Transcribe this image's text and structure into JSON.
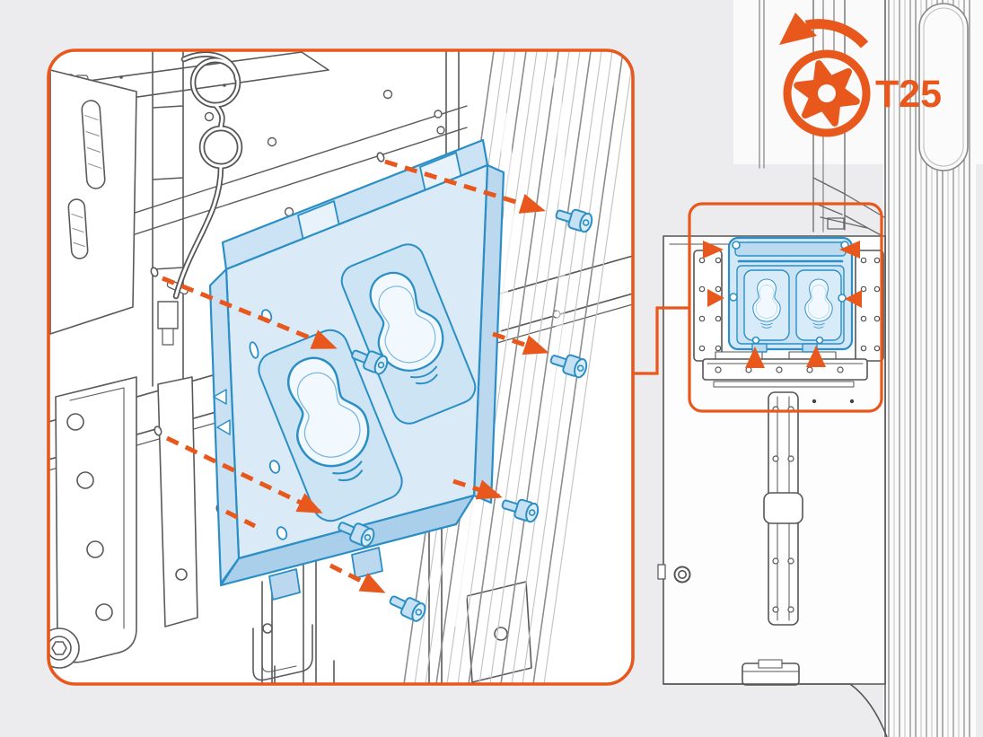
{
  "figure": {
    "background_color": "#ECECEE",
    "panel_color": "#FFFFFF",
    "accent_orange": "#E8571C",
    "highlight_blue": "#2B8FC6",
    "bracket_fill": "#DAEAF7",
    "lineart_gray": "#5A5A5A"
  },
  "tool_badge": {
    "label": "T25",
    "tool_icon": "torx-bit-icon",
    "direction_icon": "counterclockwise-rotation-arrow-icon"
  },
  "detail_view": {
    "screw_count": 6,
    "arrow_count": 6
  },
  "overview_view": {
    "marker_count": 6
  }
}
